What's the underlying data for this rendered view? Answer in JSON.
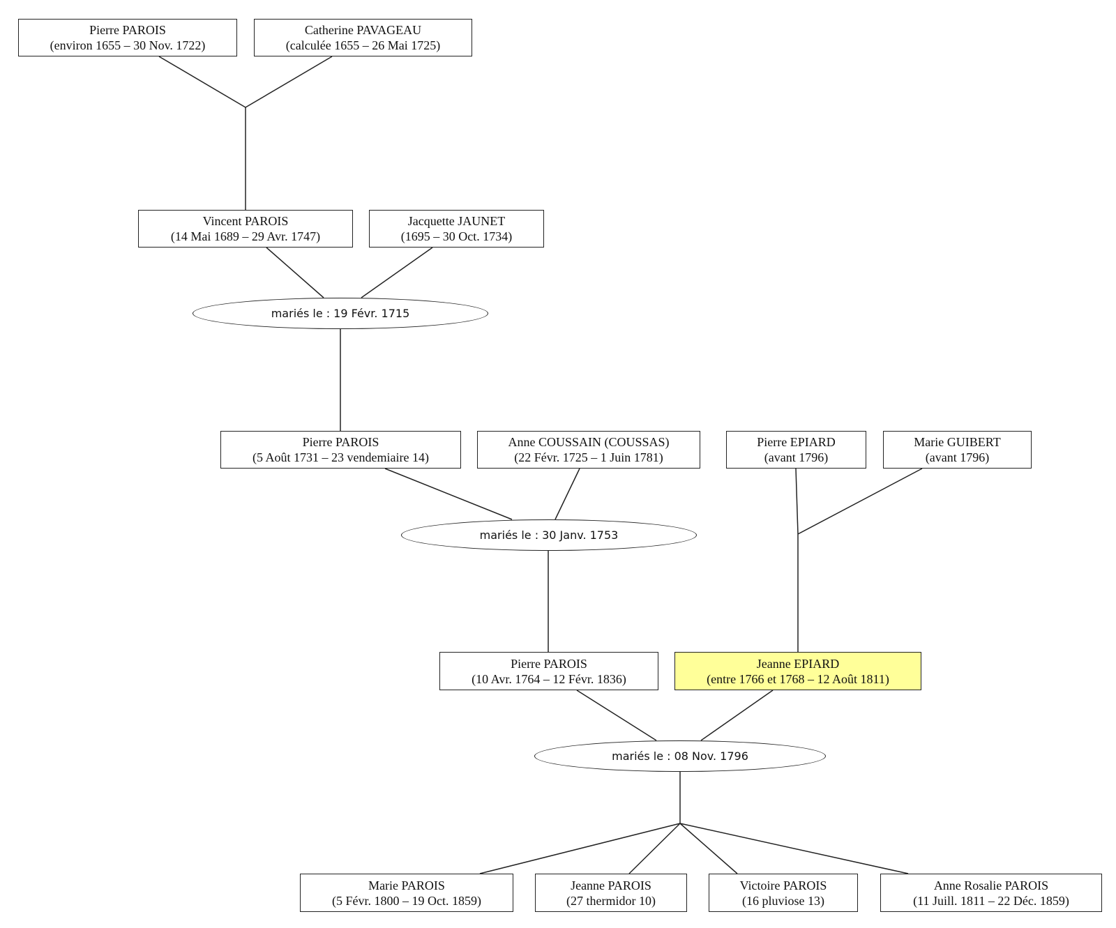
{
  "people": {
    "p1": {
      "name": "Pierre PAROIS",
      "dates": "(environ 1655 – 30 Nov. 1722)"
    },
    "p2": {
      "name": "Catherine PAVAGEAU",
      "dates": "(calculée 1655 – 26 Mai 1725)"
    },
    "p3": {
      "name": "Vincent PAROIS",
      "dates": "(14 Mai 1689 – 29 Avr. 1747)"
    },
    "p4": {
      "name": "Jacquette JAUNET",
      "dates": "(1695 – 30 Oct. 1734)"
    },
    "p5": {
      "name": "Pierre PAROIS",
      "dates": "(5 Août 1731 – 23 vendemiaire 14)"
    },
    "p6": {
      "name": "Anne COUSSAIN (COUSSAS)",
      "dates": "(22 Févr. 1725 – 1 Juin 1781)"
    },
    "p7": {
      "name": "Pierre EPIARD",
      "dates": "(avant 1796)"
    },
    "p8": {
      "name": "Marie GUIBERT",
      "dates": "(avant 1796)"
    },
    "p9": {
      "name": "Pierre PAROIS",
      "dates": "(10 Avr. 1764 – 12 Févr. 1836)"
    },
    "p10": {
      "name": "Jeanne EPIARD",
      "dates": "(entre 1766 et 1768 – 12 Août 1811)"
    },
    "p11": {
      "name": "Marie PAROIS",
      "dates": "(5 Févr. 1800 – 19 Oct. 1859)"
    },
    "p12": {
      "name": "Jeanne PAROIS",
      "dates": "(27 thermidor 10)"
    },
    "p13": {
      "name": "Victoire PAROIS",
      "dates": "(16 pluviose 13)"
    },
    "p14": {
      "name": "Anne Rosalie PAROIS",
      "dates": "(11 Juill. 1811 – 22 Déc. 1859)"
    }
  },
  "marriages": {
    "prefix": "mariés le :",
    "m1": {
      "date": "19 Févr. 1715"
    },
    "m2": {
      "date": "30 Janv. 1753"
    },
    "m3": {
      "date": "08 Nov. 1796"
    }
  },
  "colors": {
    "highlight": "#ffff99",
    "line": "#222222",
    "background": "#ffffff"
  }
}
